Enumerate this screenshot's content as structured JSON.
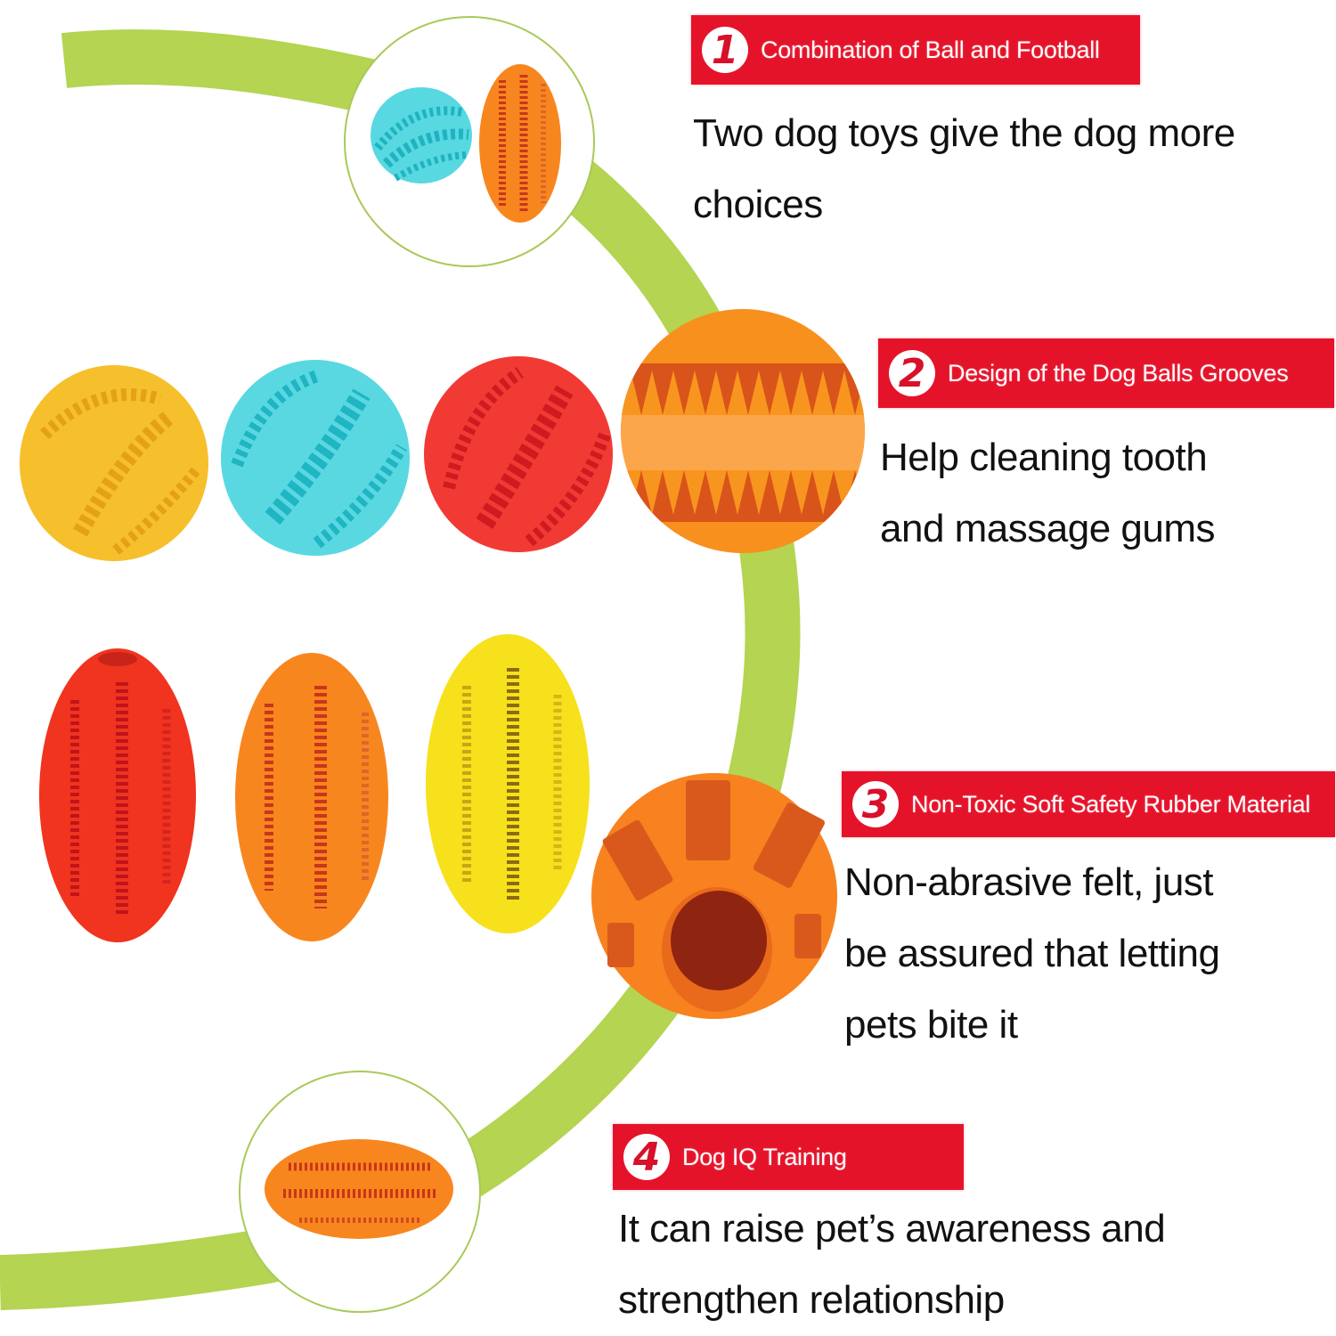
{
  "colors": {
    "arc_green": "#b4d452",
    "ring_green": "#a9c95a",
    "banner_red": "#e5132a",
    "banner_text": "#ffffff",
    "body_text": "#111111",
    "orange": "#f7821f",
    "cyan": "#52d6de",
    "yellow_ball": "#f5be2a",
    "red": "#f0362e",
    "yellow_football": "#f5e01a"
  },
  "features": [
    {
      "number": "1",
      "title": "Combination of Ball and Football",
      "lines": [
        "Two dog toys give the dog more",
        "choices"
      ]
    },
    {
      "number": "2",
      "title": "Design of the Dog Balls Grooves",
      "lines": [
        "Help cleaning tooth",
        "and massage gums"
      ]
    },
    {
      "number": "3",
      "title": "Non-Toxic Soft Safety Rubber Material",
      "lines": [
        "Non-abrasive felt, just",
        "be assured that letting",
        "pets bite it"
      ]
    },
    {
      "number": "4",
      "title": "Dog IQ Training",
      "lines": [
        "It can raise pet’s awareness and",
        "strengthen relationship"
      ]
    }
  ],
  "product_images": {
    "circle_1": [
      "cyan-ball",
      "orange-football"
    ],
    "circle_2": [
      "orange-ball-grooves-closeup"
    ],
    "circle_3": [
      "orange-ball-treat-hole"
    ],
    "circle_4": [
      "orange-football-horizontal"
    ],
    "ball_row": [
      "yellow-ball",
      "cyan-ball",
      "red-ball"
    ],
    "football_row": [
      "red-football",
      "orange-football",
      "yellow-football"
    ]
  }
}
